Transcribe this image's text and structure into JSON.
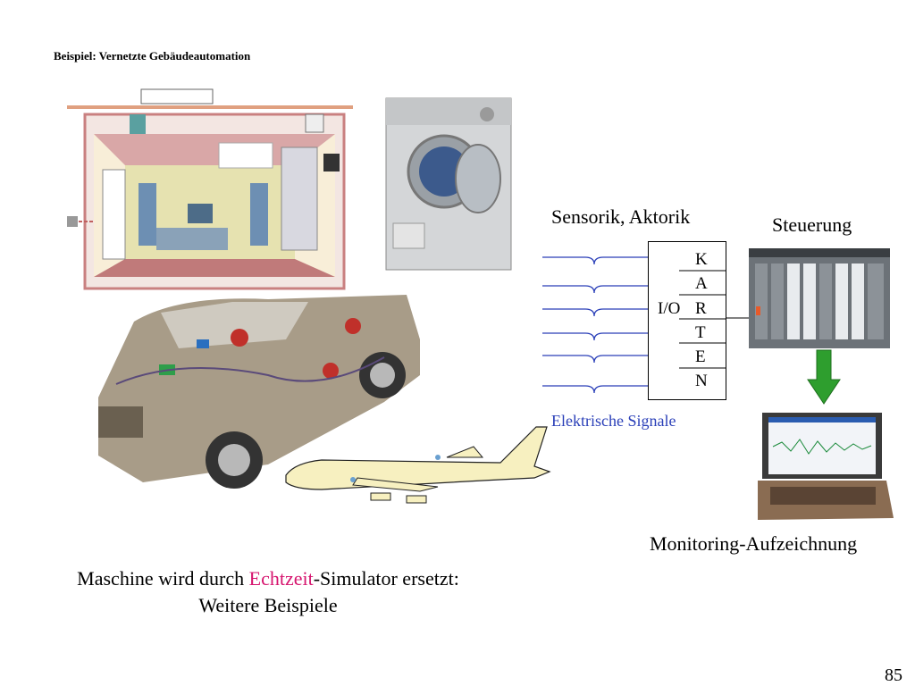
{
  "slide": {
    "subtitle": "Beispiel: Vernetzte Gebäudeautomation",
    "page_number": "85"
  },
  "diagram": {
    "sensor_label": "Sensorik, Aktorik",
    "controller_label": "Steuerung",
    "signals_label": "Elektrische Signale",
    "io_label": "I/O",
    "card_letters": [
      "K",
      "A",
      "R",
      "T",
      "E",
      "N"
    ],
    "monitoring_label": "Monitoring-Aufzeichnung"
  },
  "caption": {
    "line1_before": "Maschine wird durch ",
    "line1_highlight": "Echtzeit",
    "line1_after": "-Simulator ersetzt:",
    "line2": "Weitere Beispiele"
  },
  "colors": {
    "signal_blue": "#2a3fb8",
    "highlight": "#d6146e",
    "arrow_green": "#2e9e2e"
  }
}
